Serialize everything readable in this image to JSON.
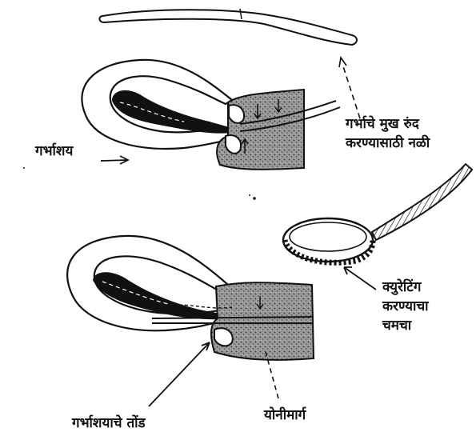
{
  "labels": {
    "uterus": "गर्भाशय",
    "dilator_line1": "गर्भाचे मुख रुंद",
    "dilator_line2": "करण्यासाठी नळी",
    "curette_line1": "क्युरेटिंग",
    "curette_line2": "करण्याचा",
    "curette_line3": "चमचा",
    "cervix": "गर्भाशयाचे तोंड",
    "vagina": "योनीमार्ग"
  },
  "colors": {
    "ink": "#111111",
    "paper": "#ffffff",
    "stipple": "#6a6a6a"
  }
}
